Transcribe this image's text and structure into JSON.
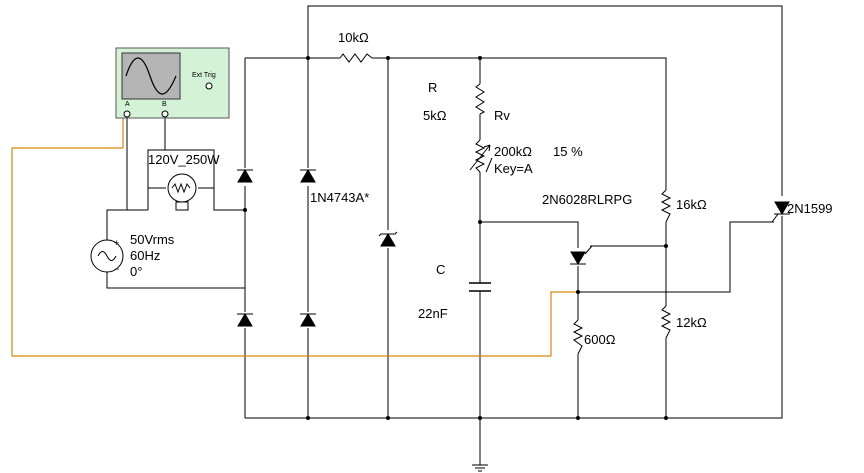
{
  "colors": {
    "wire": "#000000",
    "probe_wire": "#d4860f",
    "scope_body": "#d3f2d6",
    "scope_screen": "#b5b5b5"
  },
  "oscilloscope": {
    "channel_a": "A",
    "channel_b": "B",
    "ext_trig": "Ext Trig",
    "icon": "sine-wave-icon"
  },
  "components": {
    "lamp": {
      "label": "120V_250W"
    },
    "source": {
      "voltage": "50Vrms",
      "frequency": "60Hz",
      "phase": "0°"
    },
    "resistor_top": {
      "value": "10kΩ"
    },
    "resistor_r": {
      "name": "R",
      "value": "5kΩ"
    },
    "rv": {
      "name": "Rv",
      "value": "200kΩ",
      "percent": "15 %",
      "key": "Key=A"
    },
    "zener": {
      "name": "1N4743A*"
    },
    "puj": {
      "name": "2N6028RLRPG"
    },
    "resistor_16k": {
      "value": "16kΩ"
    },
    "resistor_12k": {
      "value": "12kΩ"
    },
    "resistor_600": {
      "value": "600Ω"
    },
    "scr": {
      "name": "2N1599"
    },
    "capacitor": {
      "name": "C",
      "value": "22nF"
    }
  }
}
